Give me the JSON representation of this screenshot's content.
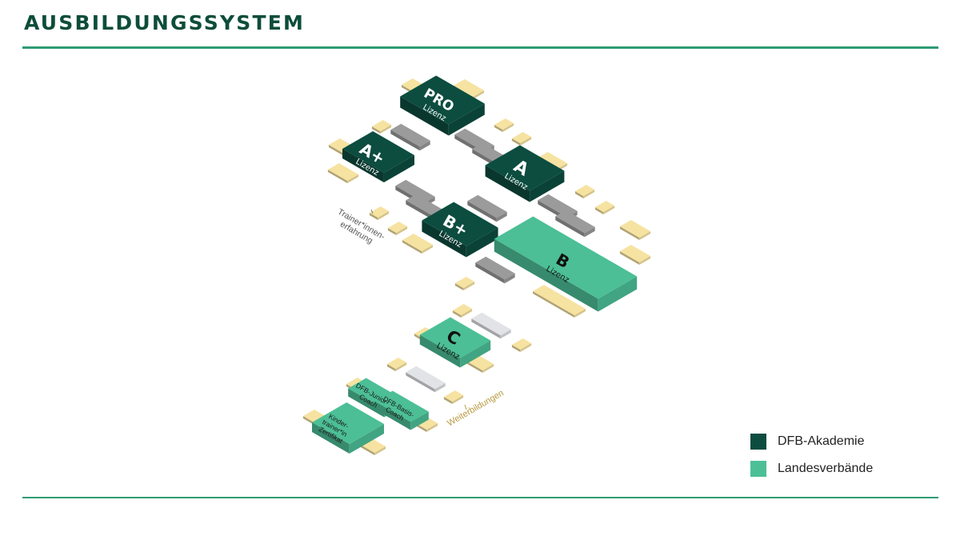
{
  "title": "AUSBILDUNGSSYSTEM",
  "colors": {
    "accent": "#2e9b73",
    "title": "#0d4d3a",
    "dfb": "#0c4d40",
    "landes": "#4cbf97",
    "pad": "#f6e3a1",
    "connector": "#9b9b9b",
    "connector_light": "#e2e3e6",
    "side_label": "#b89a3e"
  },
  "licenses": [
    {
      "id": "pro",
      "big": "PRO",
      "small": "Lizenz",
      "org": "dfb"
    },
    {
      "id": "a-plus",
      "big": "A+",
      "small": "Lizenz",
      "org": "dfb"
    },
    {
      "id": "a",
      "big": "A",
      "small": "Lizenz",
      "org": "dfb"
    },
    {
      "id": "b-plus",
      "big": "B+",
      "small": "Lizenz",
      "org": "dfb"
    },
    {
      "id": "b",
      "big": "B",
      "small": "Lizenz",
      "org": "landes"
    },
    {
      "id": "c",
      "big": "C",
      "small": "Lizenz",
      "org": "landes"
    }
  ],
  "entry": [
    {
      "id": "kindertrainer",
      "lines": [
        "Kinder-",
        "trainer*in",
        "Zertifikat"
      ],
      "org": "landes"
    },
    {
      "id": "junior-coach",
      "lines": [
        "DFB-Junior-",
        "Coach"
      ],
      "org": "landes"
    },
    {
      "id": "basis-coach",
      "lines": [
        "DFB-Basis-",
        "Coach"
      ],
      "org": "landes"
    }
  ],
  "side_labels": {
    "trainer": [
      "Trainer*innen-",
      "erfahrung"
    ],
    "weiter": "Weiterbildungen"
  },
  "legend": [
    {
      "label": "DFB-Akademie",
      "color": "#0c4d40"
    },
    {
      "label": "Landesverbände",
      "color": "#4cbf97"
    }
  ]
}
